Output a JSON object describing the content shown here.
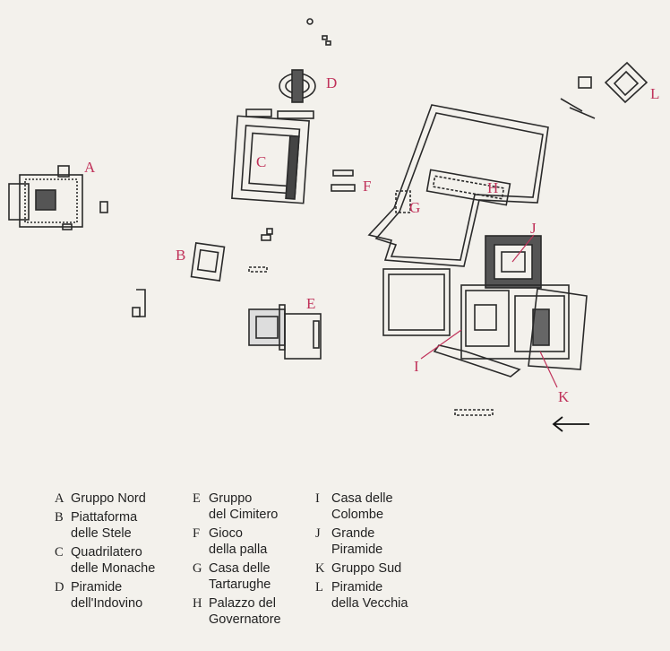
{
  "map": {
    "accent_color": "#c0325a",
    "line_color": "#2a2a2a",
    "labels": [
      "A",
      "B",
      "C",
      "D",
      "E",
      "F",
      "G",
      "H",
      "I",
      "J",
      "K",
      "L"
    ]
  },
  "legend": {
    "items": [
      {
        "key": "A",
        "line1": "Gruppo Nord",
        "line2": ""
      },
      {
        "key": "B",
        "line1": "Piattaforma",
        "line2": "delle Stele"
      },
      {
        "key": "C",
        "line1": "Quadrilatero",
        "line2": "delle Monache"
      },
      {
        "key": "D",
        "line1": "Piramide",
        "line2": "dell'Indovino"
      },
      {
        "key": "E",
        "line1": "Gruppo",
        "line2": "del Cimitero"
      },
      {
        "key": "F",
        "line1": "Gioco",
        "line2": "della palla"
      },
      {
        "key": "G",
        "line1": "Casa delle",
        "line2": "Tartarughe"
      },
      {
        "key": "H",
        "line1": "Palazzo del",
        "line2": "Governatore"
      },
      {
        "key": "I",
        "line1": "Casa delle",
        "line2": "Colombe"
      },
      {
        "key": "J",
        "line1": "Grande",
        "line2": "Piramide"
      },
      {
        "key": "K",
        "line1": "Gruppo Sud",
        "line2": ""
      },
      {
        "key": "L",
        "line1": "Piramide",
        "line2": "della Vecchia"
      }
    ]
  }
}
